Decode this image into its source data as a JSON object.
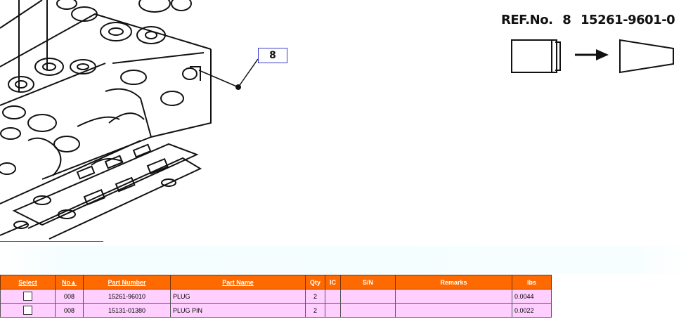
{
  "diagram": {
    "callout_label": "8",
    "ref_label": "REF.No.",
    "ref_number": "8",
    "ref_part": "15261-9601-0"
  },
  "table": {
    "headers": {
      "select": "Select",
      "no": "No▲",
      "part_number": "Part Number",
      "part_name": "Part Name",
      "qty": "Qty",
      "ic": "IC",
      "sn": "S/N",
      "remarks": "Remarks",
      "lbs": "lbs"
    },
    "rows": [
      {
        "no": "008",
        "part_number": "15261-96010",
        "part_name": "PLUG",
        "qty": "2",
        "ic": "",
        "sn": "",
        "remarks": "",
        "lbs": "0.0044"
      },
      {
        "no": "008",
        "part_number": "15131-01380",
        "part_name": "PLUG PIN",
        "qty": "2",
        "ic": "",
        "sn": "",
        "remarks": "",
        "lbs": "0.0022"
      }
    ]
  },
  "colors": {
    "header_bg": "#ff6a00",
    "row_bg": "#ffcfff",
    "callout_border": "#3c3cc8"
  }
}
